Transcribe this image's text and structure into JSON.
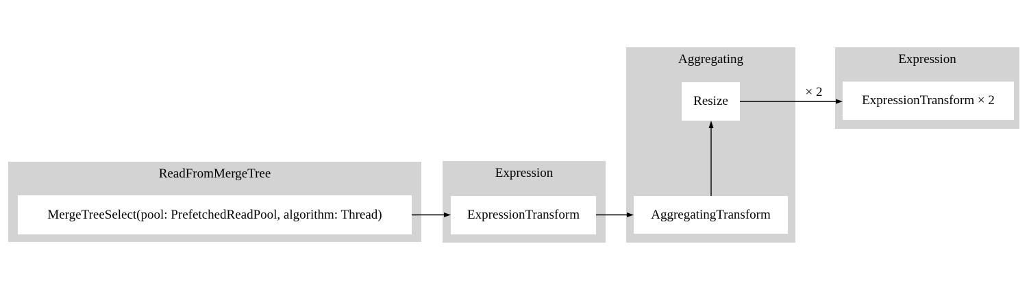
{
  "diagram": {
    "type": "pipeline-graph",
    "colors": {
      "background": "#ffffff",
      "cluster_fill": "#d3d3d3",
      "node_fill": "#ffffff",
      "text": "#000000",
      "edge": "#000000"
    },
    "clusters": [
      {
        "title": "ReadFromMergeTree",
        "nodes": [
          {
            "label": "MergeTreeSelect(pool: PrefetchedReadPool, algorithm: Thread)"
          }
        ]
      },
      {
        "title": "Expression",
        "nodes": [
          {
            "label": "ExpressionTransform"
          }
        ]
      },
      {
        "title": "Aggregating",
        "nodes": [
          {
            "label": "Resize"
          },
          {
            "label": "AggregatingTransform"
          }
        ]
      },
      {
        "title": "Expression",
        "nodes": [
          {
            "label": "ExpressionTransform × 2"
          }
        ]
      }
    ],
    "edges": [
      {
        "from": "MergeTreeSelect(pool: PrefetchedReadPool, algorithm: Thread)",
        "to": "ExpressionTransform",
        "label": ""
      },
      {
        "from": "ExpressionTransform",
        "to": "AggregatingTransform",
        "label": ""
      },
      {
        "from": "AggregatingTransform",
        "to": "Resize",
        "label": ""
      },
      {
        "from": "Resize",
        "to": "ExpressionTransform × 2",
        "label": "× 2"
      }
    ]
  }
}
